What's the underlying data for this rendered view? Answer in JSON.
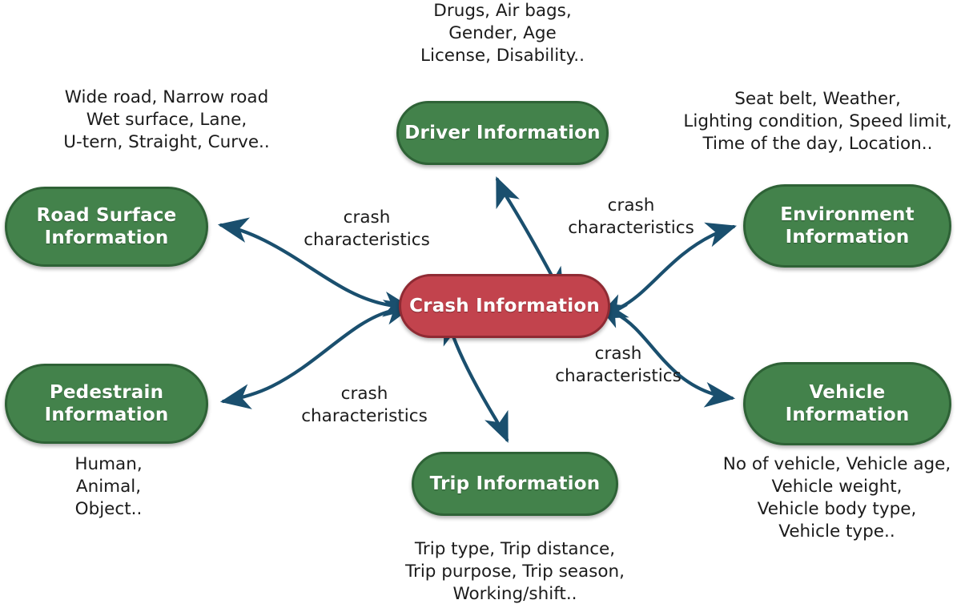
{
  "diagram": {
    "title": "Crash Information Concept Diagram",
    "colors": {
      "node_green_fill": "#43824b",
      "node_green_border": "#2e6236",
      "node_red_fill": "#c2434d",
      "node_red_border": "#8f2a33",
      "edge_stroke": "#1a4f6e",
      "text_dark": "#1b1b1b",
      "node_label": "#ffffff",
      "background": "#ffffff"
    },
    "center_node": {
      "label": "Crash Information",
      "kind": "red"
    },
    "nodes": [
      {
        "id": "driver",
        "label": "Driver Information",
        "kind": "green",
        "attributes": "Drugs, Air bags,\nGender, Age\nLicense, Disability.."
      },
      {
        "id": "road-surface",
        "label": "Road Surface\nInformation",
        "kind": "green",
        "attributes": "Wide road, Narrow road\nWet surface, Lane,\nU-tern, Straight, Curve.."
      },
      {
        "id": "environment",
        "label": "Environment\nInformation",
        "kind": "green",
        "attributes": "Seat belt, Weather,\nLighting condition, Speed limit,\nTime of the day, Location.."
      },
      {
        "id": "pedestrain",
        "label": "Pedestrain\nInformation",
        "kind": "green",
        "attributes": "Human,\nAnimal,\nObject.."
      },
      {
        "id": "vehicle",
        "label": "Vehicle\nInformation",
        "kind": "green",
        "attributes": "No of vehicle, Vehicle age,\nVehicle weight,\nVehicle body type,\nVehicle type.."
      },
      {
        "id": "trip",
        "label": "Trip Information",
        "kind": "green",
        "attributes": "Trip type, Trip distance,\nTrip purpose, Trip season,\nWorking/shift.."
      }
    ],
    "edge_labels": [
      {
        "id": "edge-label-road-surface",
        "text": "crash\ncharacteristics"
      },
      {
        "id": "edge-label-driver-environment",
        "text": "crash\ncharacteristics"
      },
      {
        "id": "edge-label-vehicle",
        "text": "crash\ncharacteristics"
      },
      {
        "id": "edge-label-trip-pedestrain",
        "text": "crash\ncharacteristics"
      }
    ]
  }
}
